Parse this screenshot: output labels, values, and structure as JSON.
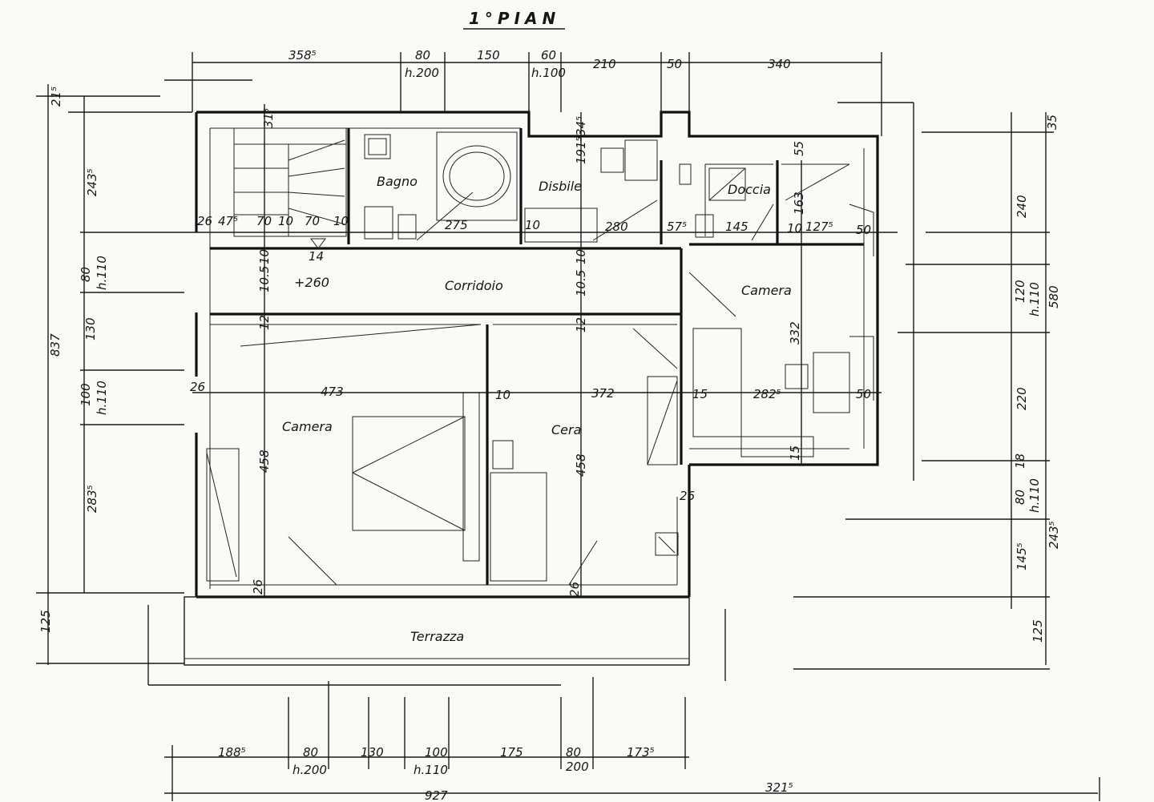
{
  "title": "1°PIAN",
  "rooms": {
    "bagno": "Bagno",
    "disbile": "Disbile",
    "doccia": "Doccia",
    "corridoio": "Corridoio",
    "camera_right": "Camera",
    "camera_main": "Camera",
    "cera": "Cera",
    "terrazza": "Terrazza"
  },
  "level": "+260",
  "stair_label": "14",
  "top_dims": {
    "d1": "358⁵",
    "d2": "80",
    "d2h": "h.200",
    "d3": "150",
    "d4": "60",
    "d4h": "h.100",
    "d5": "210",
    "d6": "50",
    "d7": "340"
  },
  "bottom_dims": {
    "d1": "188⁵",
    "d2": "80",
    "d2h": "h.200",
    "d3": "130",
    "d4": "100",
    "d4h": "h.110",
    "d5": "175",
    "d6": "80",
    "d6h": "200",
    "d7": "173⁵",
    "total_left": "927",
    "total_right": "321⁵"
  },
  "left_dims": {
    "a": "21⁵",
    "b": "243⁵",
    "c": "80",
    "ch": "h.110",
    "d": "130",
    "e": "100",
    "eh": "h.110",
    "f": "283⁵",
    "g": "125",
    "total": "837"
  },
  "right_dims": {
    "a": "35",
    "b": "240",
    "c": "120",
    "ch": "h.110",
    "d": "220",
    "e": "18",
    "f": "80",
    "fh": "h.110",
    "g": "145⁵",
    "h": "243⁵",
    "i": "125",
    "total": "580"
  },
  "interior_dims": {
    "i1": "26",
    "i2": "47⁵",
    "i3": "70",
    "i4": "10",
    "i5": "70",
    "i6": "10",
    "i7": "275",
    "i8": "10",
    "i9": "280",
    "i10": "57⁵",
    "i11": "145",
    "i12": "10",
    "i13": "127⁵",
    "i14": "50",
    "i15": "10",
    "i16": "10.5",
    "i17": "10.5",
    "i18": "10",
    "i19": "12",
    "i20": "12",
    "i21": "26",
    "i22": "473",
    "i23": "10",
    "i24": "372",
    "i25": "15",
    "i26": "282⁵",
    "i27": "50",
    "i28": "458",
    "i29": "458",
    "i30": "332",
    "i31": "26",
    "i32": "26",
    "i33": "26",
    "i34": "163",
    "i35": "55",
    "i36": "191⁵",
    "i37": "34⁵",
    "i38": "31⁵",
    "i39": "15"
  }
}
